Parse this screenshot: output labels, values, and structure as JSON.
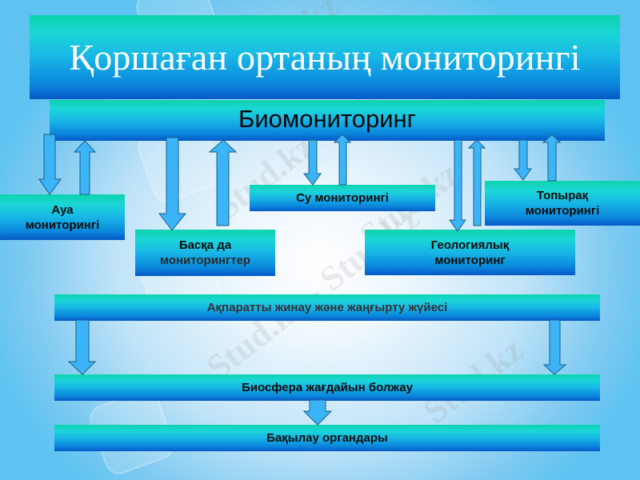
{
  "title": "Қоршаған ортаның мониторингі",
  "root": "Биомониторинг",
  "branches": [
    {
      "id": "air",
      "label_lines": [
        "Ауа",
        "мониторингі"
      ]
    },
    {
      "id": "other",
      "label_lines": [
        "Басқа да",
        "мониторингтер"
      ]
    },
    {
      "id": "water",
      "label_lines": [
        "Су мониторингі"
      ]
    },
    {
      "id": "geology",
      "label_lines": [
        "Геологиялық",
        "мониторинг"
      ]
    },
    {
      "id": "soil",
      "label_lines": [
        "Топырақ",
        "мониторингі"
      ]
    }
  ],
  "pipeline": [
    {
      "id": "collection",
      "label": "Ақпаратты жинау және жаңғырту жүйесі"
    },
    {
      "id": "forecast",
      "label": "Биосфера жағдайын болжау"
    },
    {
      "id": "control",
      "label": "Бақылау органдары"
    }
  ],
  "watermark": {
    "text": "Stud.kz - Stud.kz",
    "short": "Stud.kz"
  },
  "colors": {
    "box_top": "#0cd3ad",
    "box_mid": "#18b6e6",
    "box_bottom": "#0659c6",
    "arrow_fill": "#3bb5f7",
    "arrow_stroke": "#1a5f8a",
    "background_edge": "#5ec3f1",
    "background_center": "#ffffff"
  }
}
